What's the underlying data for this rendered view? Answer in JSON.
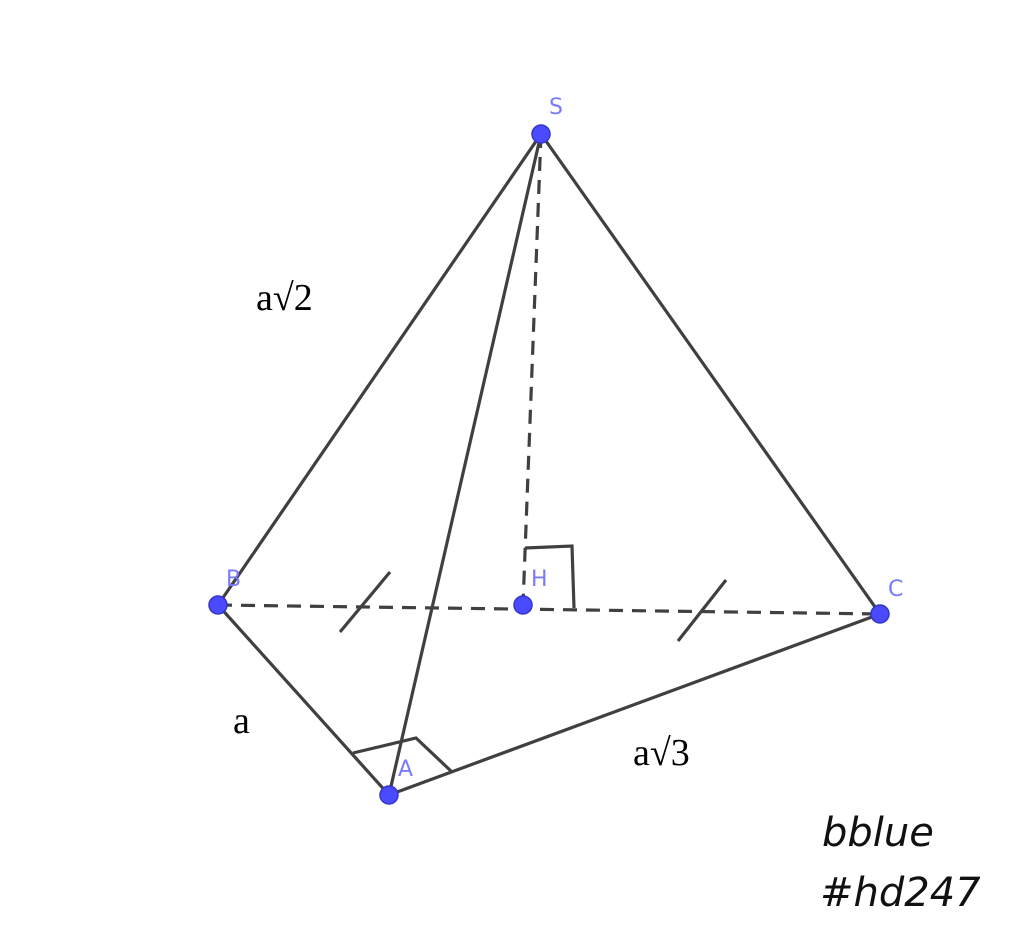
{
  "vertices": {
    "S": "S",
    "A": "A",
    "B": "B",
    "C": "C",
    "H": "H"
  },
  "lengths": {
    "SB": "a√2",
    "AB": "a",
    "AC": "a√3"
  },
  "signature": {
    "line1": "bblue",
    "line2": "#hd247"
  },
  "colors": {
    "vertex": "#4a4aff",
    "vertex_label": "#7a7aff",
    "edge": "#404040"
  }
}
